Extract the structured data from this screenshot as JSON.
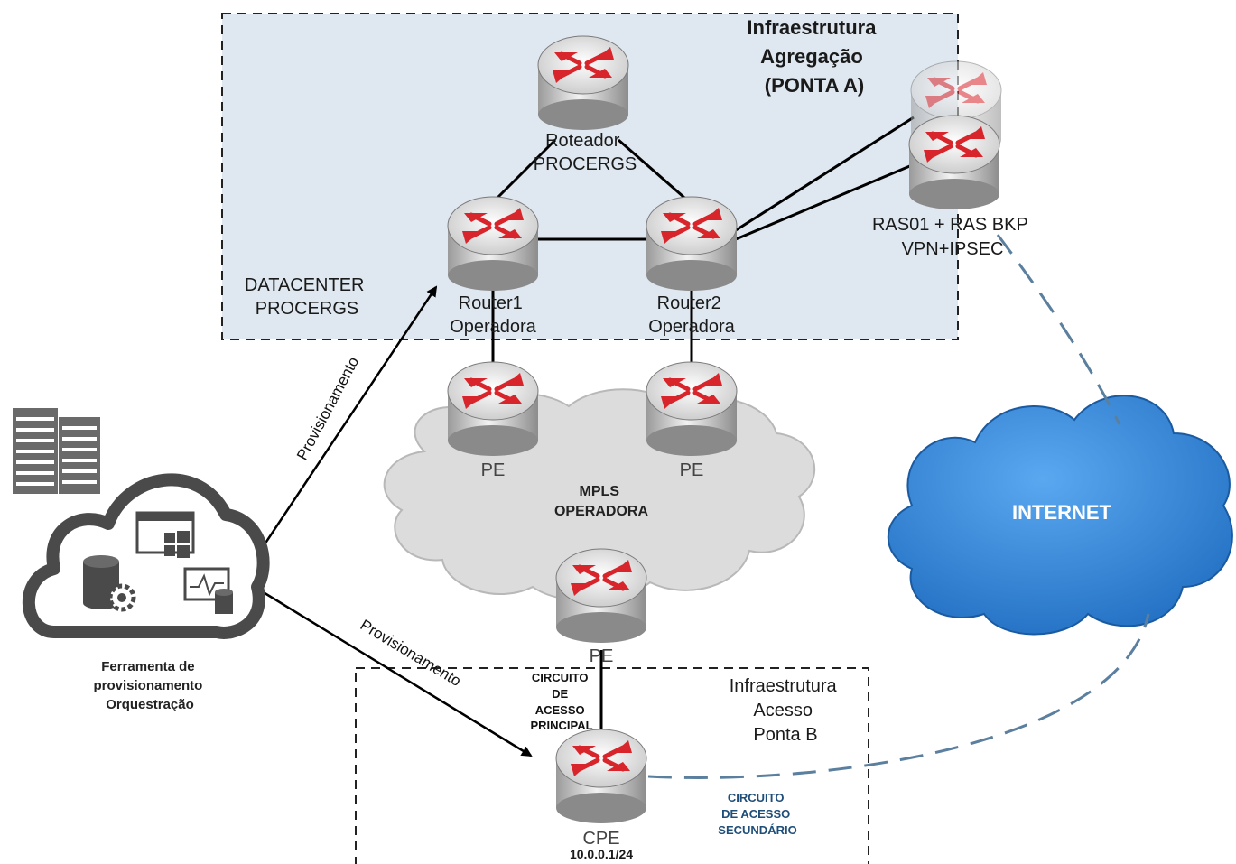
{
  "zones": {
    "aggregation": {
      "title_lines": [
        "Infraestrutura",
        "Agregação",
        "(PONTA A)"
      ]
    },
    "datacenter": {
      "label_lines": [
        "DATACENTER",
        "PROCERGS"
      ]
    },
    "access": {
      "title_lines": [
        "Infraestrutura",
        "Acesso",
        "Ponta B"
      ]
    }
  },
  "routers": {
    "procergs": {
      "label_lines": [
        "Roteador",
        "PROCERGS"
      ]
    },
    "router1": {
      "label_lines": [
        "Router1",
        "Operadora"
      ]
    },
    "router2": {
      "label_lines": [
        "Router2",
        "Operadora"
      ]
    },
    "ras": {
      "label_lines": [
        "RAS01 + RAS BKP",
        "VPN+IPSEC"
      ]
    },
    "pe_left": {
      "label": "PE"
    },
    "pe_right": {
      "label": "PE"
    },
    "pe_bottom": {
      "label": "PE"
    },
    "cpe": {
      "label": "CPE",
      "address": "10.0.0.1/24"
    }
  },
  "mpls": {
    "label_lines": [
      "MPLS",
      "OPERADORA"
    ]
  },
  "internet": {
    "label": "INTERNET"
  },
  "orchestration": {
    "label_lines": [
      "Ferramenta de",
      "provisionamento",
      "Orquestração"
    ]
  },
  "arrows": {
    "upper_label": "Provisionamento",
    "lower_label": "Provisionamento"
  },
  "circuits": {
    "primary_lines": [
      "CIRCUITO",
      "DE",
      "ACESSO",
      "PRINCIPAL"
    ],
    "secondary_lines": [
      "CIRCUITO",
      "DE ACESSO",
      "SECUNDÁRIO"
    ]
  },
  "colors": {
    "zone_fill": "#dfe8f0",
    "cloud_blue": "#2f7fd0",
    "mpls_gray": "#dcdcdc",
    "router_red": "#d8252b",
    "dashed_link": "#5b7f9e"
  }
}
